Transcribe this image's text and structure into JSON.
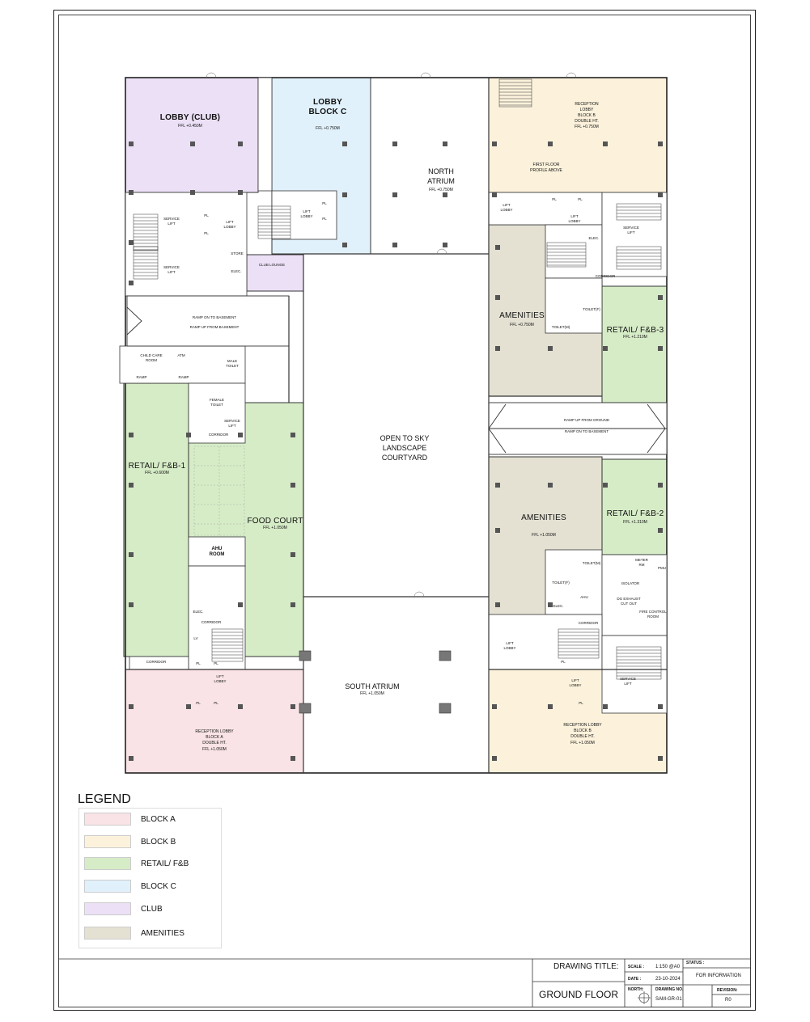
{
  "colors": {
    "block_a": "#f9e3e6",
    "block_b": "#fcf2dc",
    "retail": "#d6ecc7",
    "block_c": "#e1f1fb",
    "club": "#ece0f6",
    "amenities": "#e4e1d3",
    "line": "#333333"
  },
  "rooms": {
    "lobby_club": {
      "name": "LOBBY (CLUB)",
      "ffl": "FFL +0.450M"
    },
    "lobby_block_c": {
      "name1": "LOBBY",
      "name2": "BLOCK C",
      "ffl": "FFL +0.750M"
    },
    "north_atrium": {
      "name1": "NORTH",
      "name2": "ATRIUM",
      "ffl": "FFL +0.750M"
    },
    "reception_b_top": {
      "l1": "RECEPTION",
      "l2": "LOBBY",
      "l3": "BLOCK B",
      "l4": "DOUBLE HT.",
      "ffl": "FFL +0.750M"
    },
    "first_floor_profile": {
      "l1": "FIRST FLOOR",
      "l2": "PROFILE ABOVE"
    },
    "amenities_top": {
      "name": "AMENITIES",
      "ffl": "FFL +0.750M"
    },
    "retail_fb3": {
      "name": "RETAIL/ F&B-3",
      "ffl": "FFL +1.210M"
    },
    "courtyard": {
      "l1": "OPEN TO SKY",
      "l2": "LANDSCAPE",
      "l3": "COURTYARD"
    },
    "retail_fb1": {
      "name": "RETAIL/ F&B-1",
      "ffl": "FFL +0.600M"
    },
    "food_court": {
      "name": "FOOD COURT",
      "ffl": "FFL +1.050M"
    },
    "amenities_bottom": {
      "name": "AMENITIES",
      "ffl": "FFL +1.050M"
    },
    "retail_fb2": {
      "name": "RETAIL/ F&B-2",
      "ffl": "FFL +1.310M"
    },
    "south_atrium": {
      "name": "SOUTH ATRIUM",
      "ffl": "FFL +1.050M"
    },
    "reception_a": {
      "l1": "RECEPTION LOBBY",
      "l2": "BLOCK A",
      "l3": "DOUBLE HT.",
      "ffl": "FFL +1.050M"
    },
    "reception_b_bottom": {
      "l1": "RECEPTION LOBBY",
      "l2": "BLOCK B",
      "l3": "DOUBLE HT.",
      "ffl": "FFL +1.050M"
    },
    "ahu_room": {
      "l1": "AHU",
      "l2": "ROOM"
    },
    "club_lounge": "CLUB LOUNGE",
    "child_care": {
      "l1": "CHILD CARE",
      "l2": "ROOM"
    },
    "atm": "ATM",
    "ramp_to_basement_top": "RAMP ON TO BASEMENT",
    "ramp_from_basement_top": "RAMP UP FROM BASEMENT",
    "ramp_from_ground": "RAMP UP FROM GROUND",
    "ramp_to_basement_right": "RAMP ON TO BASEMENT",
    "corridor": "CORRIDOR",
    "lift_lobby": {
      "l1": "LIFT",
      "l2": "LOBBY"
    },
    "service_lift": {
      "l1": "SERVICE",
      "l2": "LIFT"
    },
    "store": "STORE",
    "elec": "ELEC.",
    "pl": "PL",
    "male_toilet": {
      "l1": "MALE",
      "l2": "TOILET"
    },
    "female_toilet": {
      "l1": "FEMALE",
      "l2": "TOILET"
    },
    "toilet_m": "TOILET(M)",
    "toilet_f": "TOILET(F)",
    "ramp": "RAMP",
    "meter_rm": {
      "l1": "METER",
      "l2": "RM"
    },
    "pmu": "PMU",
    "isolator": "ISOLATOR",
    "dg_exhaust": {
      "l1": "DG EXHAUST",
      "l2": "CUT OUT"
    },
    "fire_control": {
      "l1": "FIRE CONTROL",
      "l2": "ROOM"
    },
    "ahu": "AHU",
    "lv": "LV"
  },
  "legend": {
    "title": "LEGEND",
    "items": [
      {
        "label": "BLOCK A",
        "color": "#f9e3e6"
      },
      {
        "label": "BLOCK B",
        "color": "#fcf2dc"
      },
      {
        "label": "RETAIL/ F&B",
        "color": "#d6ecc7"
      },
      {
        "label": "BLOCK C",
        "color": "#e1f1fb"
      },
      {
        "label": "CLUB",
        "color": "#ece0f6"
      },
      {
        "label": "AMENITIES",
        "color": "#e4e1d3"
      }
    ]
  },
  "title_block": {
    "drawing_title_label": "DRAWING TITLE:",
    "drawing_title": "GROUND FLOOR",
    "scale_label": "SCALE :",
    "scale_value": "1:150 @A0",
    "date_label": "DATE :",
    "date_value": "23-10-2024",
    "north_label": "NORTH:",
    "drawing_no_label": "DRAWING NO.",
    "drawing_no": "SAM-GR-01",
    "status_label": "STATUS :",
    "status_value": "FOR INFORMATION",
    "revision_label": "REVISION:",
    "revision_value": "R0"
  }
}
